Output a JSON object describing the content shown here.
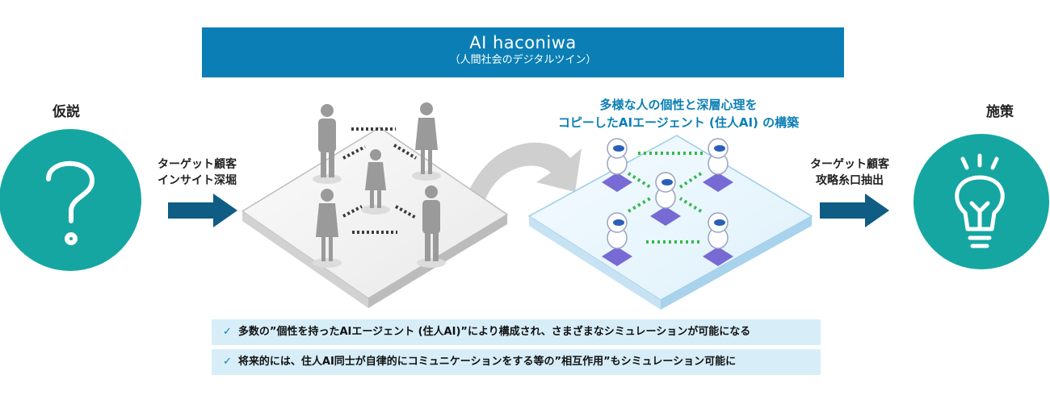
{
  "banner": {
    "title": "AI haconiwa",
    "subtitle": "（人間社会のデジタルツイン）"
  },
  "hypothesis": {
    "label": "仮説",
    "icon": "question-mark-icon"
  },
  "measures": {
    "label": "施策",
    "icon": "lightbulb-icon"
  },
  "steps": {
    "insight_line1": "ターゲット顧客",
    "insight_line2": "インサイト深堀",
    "strategy_line1": "ターゲット顧客",
    "strategy_line2": "攻略糸口抽出"
  },
  "ai_agents": {
    "title_line1": "多様な人の個性と深層心理を",
    "title_line2": "コピーしたAIエージェント (住人AI) の構築"
  },
  "notes": [
    {
      "check": "✓",
      "text": "多数の”個性を持ったAIエージェント (住人AI)”により構成され、さまざまなシミュレーションが可能になる"
    },
    {
      "check": "✓",
      "text": "将来的には、住人AI同士が自律的にコミュニケーションをする等の”相互作用”もシミュレーション可能に"
    }
  ],
  "colors": {
    "teal": "#15a6a2",
    "blue": "#0b7fb5",
    "arrow": "#0f5c85",
    "note_bg": "#d7eef9",
    "dotted_green": "#35b84a"
  }
}
